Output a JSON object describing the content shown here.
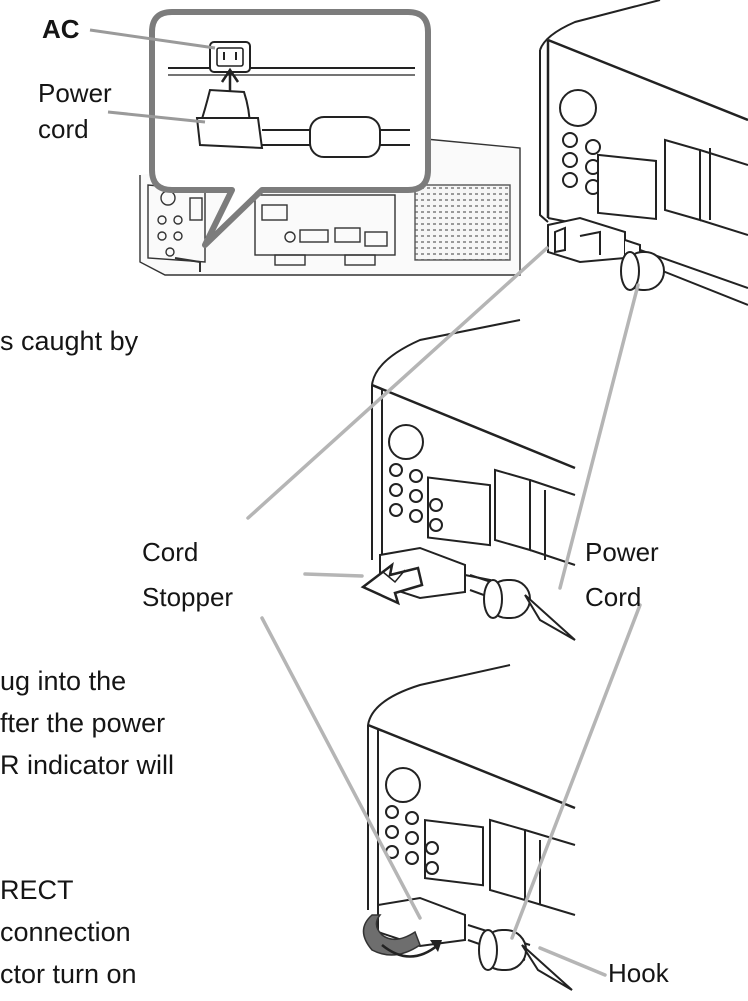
{
  "callout": {
    "ac_label": "AC",
    "power_cord_line1": "Power",
    "power_cord_line2": "cord"
  },
  "labels": {
    "cord_line1": "Cord",
    "cord_line2": "Stopper",
    "power_line1": "Power",
    "power_line2": "Cord",
    "hook": "Hook"
  },
  "text_fragments": [
    "s caught by",
    "ug into the",
    "fter the power",
    "R indicator will",
    "RECT",
    "connection",
    "ctor turn on"
  ],
  "colors": {
    "callout_border": "#7c7c7c",
    "leader_line": "#b5b5b5",
    "outline": "#222222",
    "hook_band": "#6e6e6e"
  }
}
